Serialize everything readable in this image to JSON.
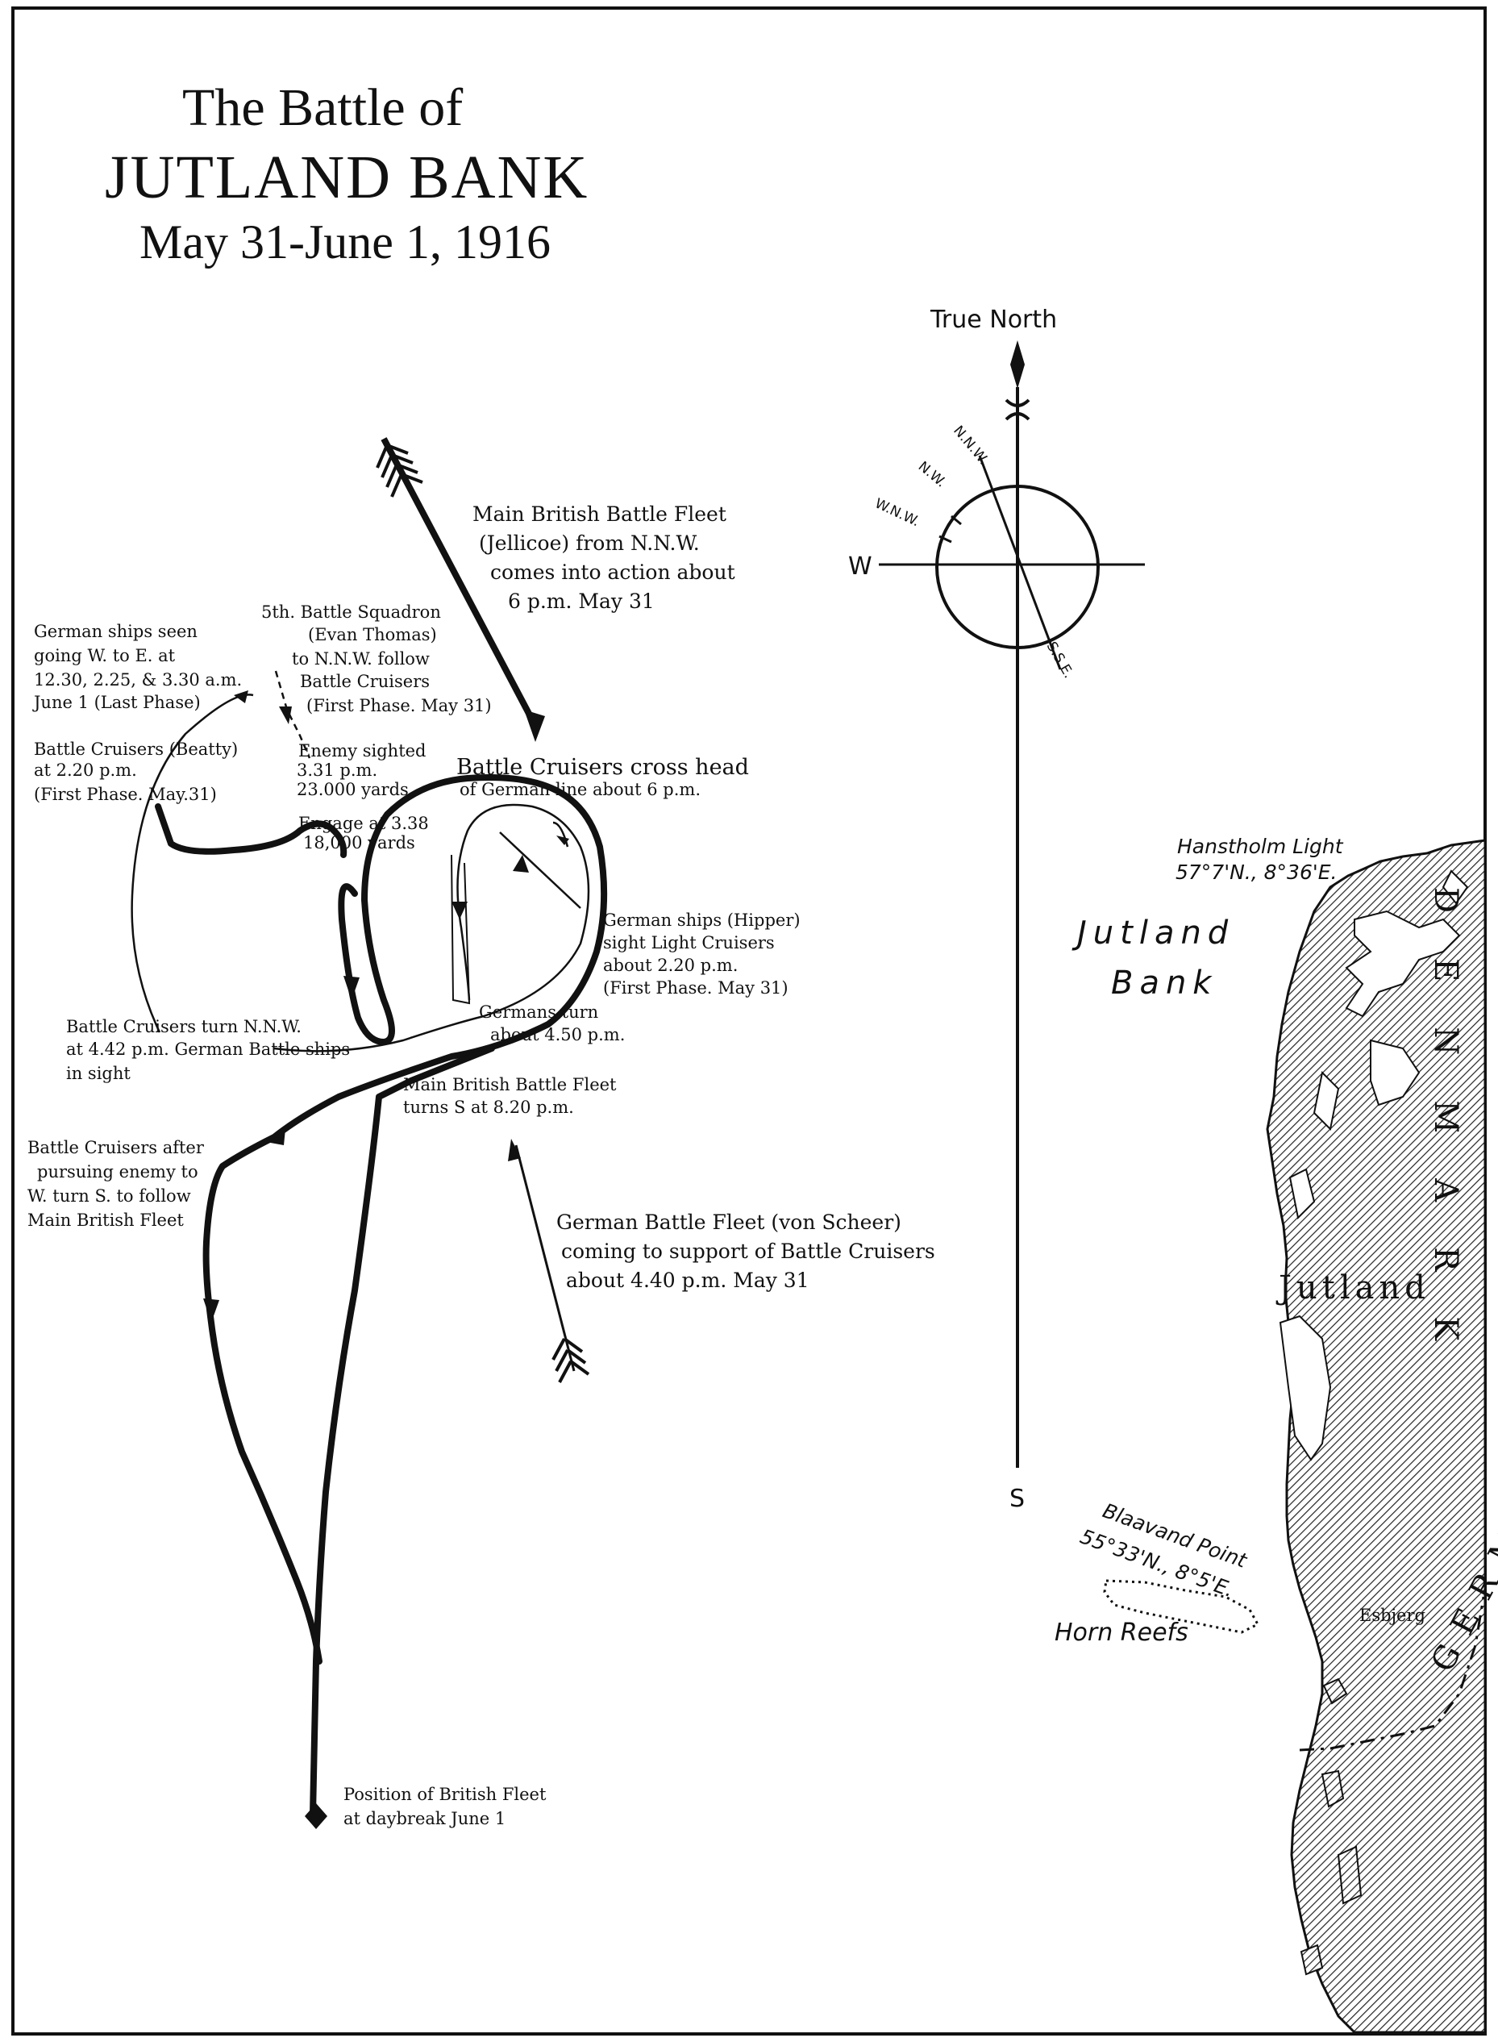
{
  "title": {
    "line1": "The Battle of",
    "line2": "JUTLAND BANK",
    "line3": "May 31-June 1, 1916"
  },
  "compass": {
    "north_label": "True North",
    "west": "W",
    "south": "S",
    "nnw": "N.N.W.",
    "nw": "N.W.",
    "wnw": "W.N.W.",
    "sse": "S.S.E."
  },
  "labels": {
    "main_fleet": [
      "Main British Battle Fleet",
      "(Jellicoe) from N.N.W.",
      "comes into action about",
      "6 p.m. May 31"
    ],
    "german_ships_seen": [
      "German ships seen",
      "going W. to E. at",
      "12.30, 2.25, & 3.30 a.m.",
      "June 1 (Last Phase)"
    ],
    "fifth_squadron": [
      "5th. Battle Squadron",
      "(Evan Thomas)",
      "to N.N.W. follow",
      "Battle Cruisers",
      "(First Phase. May 31)"
    ],
    "beatty": [
      "Battle Cruisers (Beatty)",
      "at 2.20 p.m.",
      "(First Phase. May.31)"
    ],
    "enemy_sighted": [
      "Enemy sighted",
      "3.31 p.m.",
      "23.000 yards"
    ],
    "engage": [
      "Engage at 3.38",
      "18,000 yards"
    ],
    "cross_head_1": "Battle Cruisers cross head",
    "cross_head_2": "of German line about 6 p.m.",
    "hipper": [
      "German ships (Hipper)",
      "sight Light Cruisers",
      "about 2.20 p.m.",
      "(First Phase. May 31)"
    ],
    "germans_turn": [
      "Germans turn",
      "about 4.50 p.m."
    ],
    "cruisers_turn": [
      "Battle Cruisers turn N.N.W.",
      "at 4.42 p.m. German Battle ships",
      "in sight"
    ],
    "fleet_turns_s": [
      "Main British Battle Fleet",
      "turns S  at 8.20 p.m."
    ],
    "cruisers_after": [
      "Battle Cruisers after",
      "pursuing enemy to",
      "W. turn S. to follow",
      "Main British Fleet"
    ],
    "von_scheer": [
      "German Battle Fleet (von Scheer)",
      "coming to support of Battle Cruisers",
      "about 4.40 p.m. May 31"
    ],
    "daybreak": [
      "Position of British Fleet",
      "at daybreak June 1"
    ],
    "hanstholm": [
      "Hanstholm Light",
      "57°7'N., 8°36'E."
    ],
    "jutland_bank": [
      "Jutland",
      "Bank"
    ],
    "blaavand": [
      "Blaavand Point",
      "55°33'N., 8°5'E."
    ],
    "horn_reefs": "Horn Reefs",
    "esbjerg": "Esbjerg",
    "jutland_land": "Jutland",
    "denmark": "DENMARK",
    "germany": "GERMANY"
  }
}
